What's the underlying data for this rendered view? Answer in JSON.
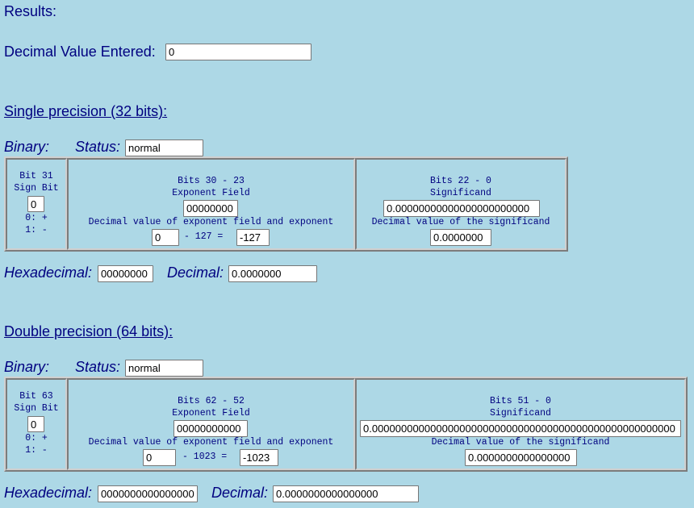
{
  "results_label": "Results:",
  "decimal_entered": {
    "label": "Decimal Value Entered:",
    "value": "0"
  },
  "single": {
    "heading": "Single precision (32 bits):",
    "binary_label": "Binary:",
    "status_label": "Status:",
    "status_value": "normal",
    "sign": {
      "title": "Bit 31",
      "subtitle": "Sign Bit",
      "value": "0",
      "plus": "0: +",
      "minus": "1: -"
    },
    "exponent": {
      "title": "Bits 30 - 23",
      "subtitle": "Exponent Field",
      "field_value": "00000000",
      "decimal_label": "Decimal value of exponent field and exponent",
      "decimal_value": "0",
      "bias_text": "- 127 =",
      "exponent_value": "-127"
    },
    "significand": {
      "title": "Bits 22 - 0",
      "subtitle": "Significand",
      "field_value": "0.00000000000000000000000",
      "decimal_label": "Decimal value of the significand",
      "decimal_value": "0.0000000"
    },
    "hex_label": "Hexadecimal:",
    "hex_value": "00000000",
    "decimal_label": "Decimal:",
    "decimal_value": "0.0000000"
  },
  "double": {
    "heading": "Double precision (64 bits):",
    "binary_label": "Binary:",
    "status_label": "Status:",
    "status_value": "normal",
    "sign": {
      "title": "Bit 63",
      "subtitle": "Sign Bit",
      "value": "0",
      "plus": "0: +",
      "minus": "1: -"
    },
    "exponent": {
      "title": "Bits 62 - 52",
      "subtitle": "Exponent Field",
      "field_value": "00000000000",
      "decimal_label": "Decimal value of exponent field and exponent",
      "decimal_value": "0",
      "bias_text": "- 1023 =",
      "exponent_value": "-1023"
    },
    "significand": {
      "title": "Bits 51 - 0",
      "subtitle": "Significand",
      "field_value": "0.0000000000000000000000000000000000000000000000000000",
      "decimal_label": "Decimal value of the significand",
      "decimal_value": "0.0000000000000000"
    },
    "hex_label": "Hexadecimal:",
    "hex_value": "0000000000000000",
    "decimal_label": "Decimal:",
    "decimal_value": "0.0000000000000000"
  }
}
